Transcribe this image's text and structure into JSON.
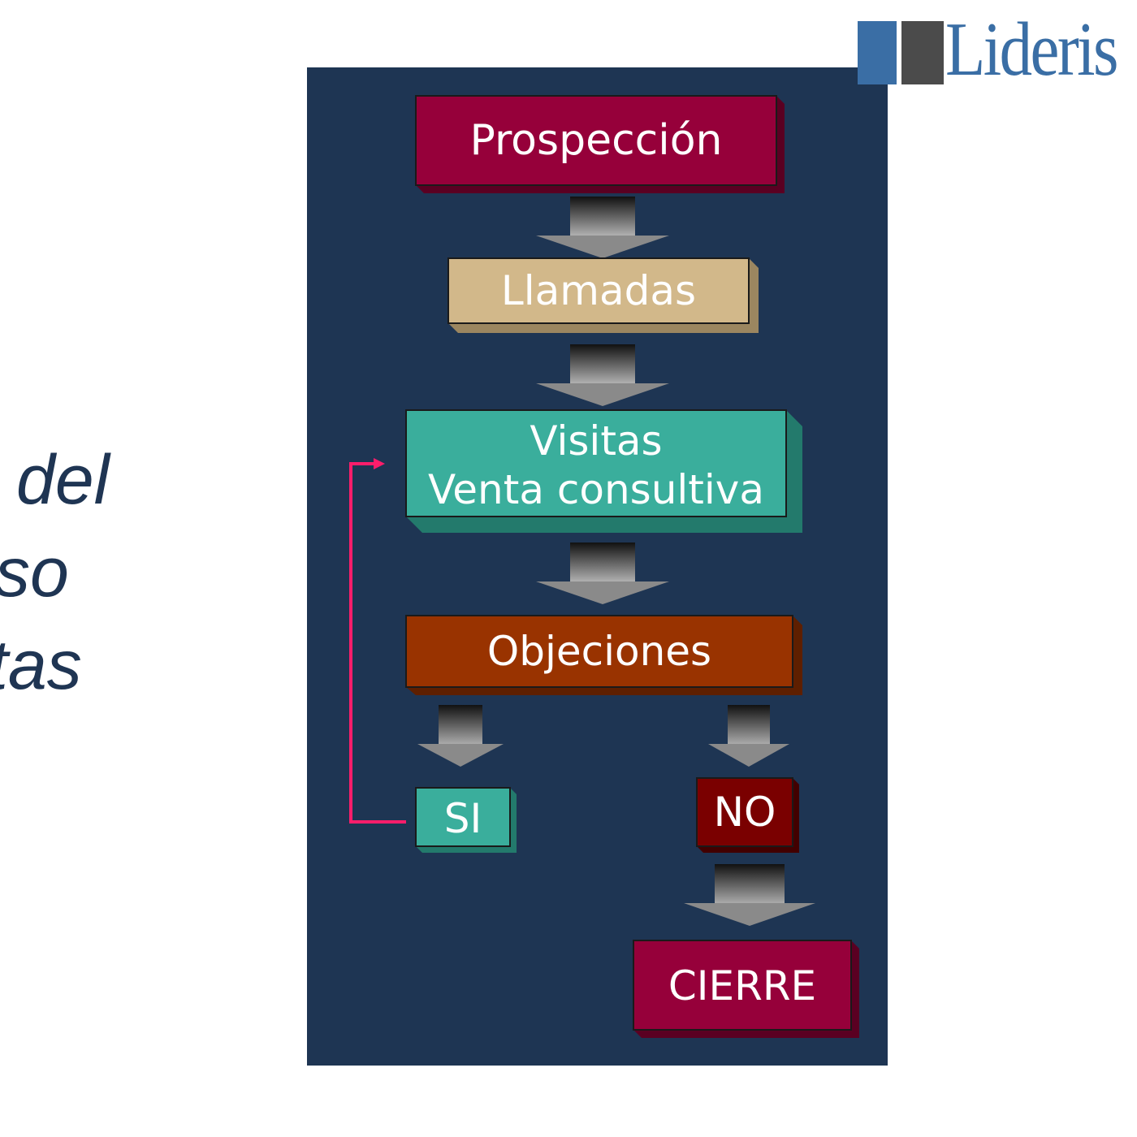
{
  "title_fragments": [
    "del",
    "so",
    "tas"
  ],
  "logo": {
    "text": "Lideris"
  },
  "flow": {
    "prospeccion": "Prospección",
    "llamadas": "Llamadas",
    "visitas_line1": "Visitas",
    "visitas_line2": "Venta consultiva",
    "objeciones": "Objeciones",
    "si": "SI",
    "no": "NO",
    "cierre": "CIERRE"
  },
  "colors": {
    "panel": "#1e3553",
    "prospeccion": "#96003a",
    "llamadas": "#d2b88a",
    "visitas": "#3aae9c",
    "objeciones": "#993300",
    "si": "#3aae9c",
    "no": "#7a0000",
    "cierre": "#96003a",
    "loop_arrow": "#ff1d6b"
  }
}
